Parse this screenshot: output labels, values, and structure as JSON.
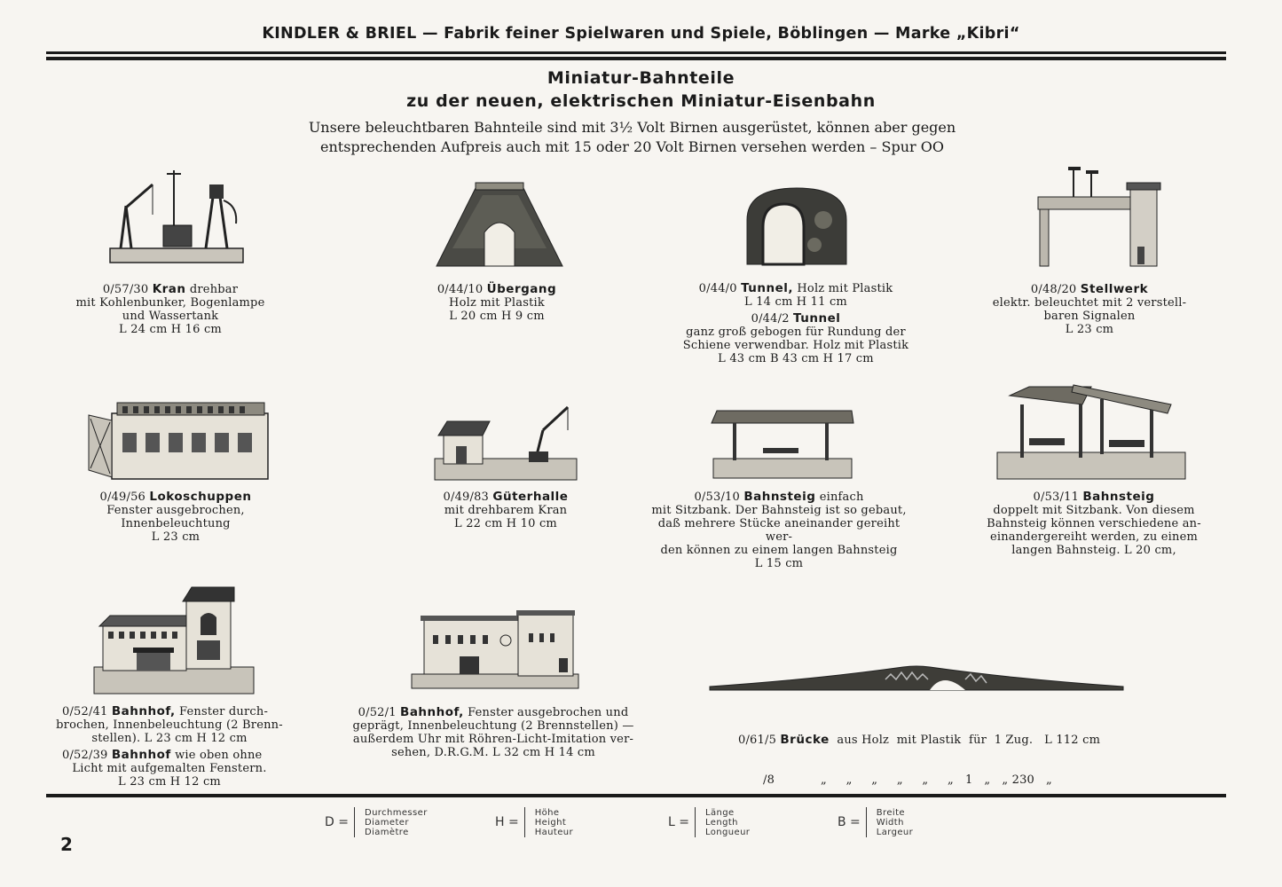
{
  "header": "KINDLER & BRIEL — Fabrik feiner Spielwaren und Spiele, Böblingen — Marke „Kibri“",
  "title_line1": "Miniatur-Bahnteile",
  "title_line2": "zu der neuen, elektrischen Miniatur-Eisenbahn",
  "intro_line1": "Unsere beleuchtbaren Bahnteile sind mit 3½ Volt Birnen ausgerüstet, können aber gegen",
  "intro_line2": "entsprechenden Aufpreis auch mit 15 oder 20 Volt Birnen versehen werden  –  Spur OO",
  "items": {
    "kran": {
      "code": "0/57/30",
      "name": "Kran",
      "after": " drehbar",
      "lines": [
        "mit Kohlenbunker, Bogenlampe",
        "und Wassertank",
        "L 24 cm   H 16 cm"
      ]
    },
    "uebergang": {
      "code": "0/44/10",
      "name": "Übergang",
      "lines": [
        "Holz mit Plastik",
        "L 20 cm   H 9 cm"
      ]
    },
    "tunnel": {
      "code": "0/44/0",
      "name": "Tunnel,",
      "after": " Holz mit Plastik",
      "lines": [
        "L 14 cm   H 11 cm"
      ],
      "code2": "0/44/2",
      "name2": "Tunnel",
      "lines2": [
        "ganz groß gebogen für Rundung der",
        "Schiene verwendbar. Holz mit Plastik",
        "L 43 cm   B 43 cm   H 17 cm"
      ]
    },
    "stellwerk": {
      "code": "0/48/20",
      "name": "Stellwerk",
      "lines": [
        "elektr. beleuchtet mit 2 verstell-",
        "baren Signalen",
        "L 23 cm"
      ]
    },
    "lokoschuppen": {
      "code": "0/49/56",
      "name": "Lokoschuppen",
      "lines": [
        "Fenster ausgebrochen,",
        "Innenbeleuchtung",
        "L 23 cm"
      ]
    },
    "gueterhalle": {
      "code": "0/49/83",
      "name": "Güterhalle",
      "lines": [
        "mit drehbarem Kran",
        "L 22 cm   H 10 cm"
      ]
    },
    "bahnsteig1": {
      "code": "0/53/10",
      "name": "Bahnsteig",
      "after": " einfach",
      "lines": [
        "mit Sitzbank. Der Bahnsteig ist so gebaut,",
        "daß mehrere Stücke aneinander gereiht wer-",
        "den können zu einem langen Bahnsteig",
        "L 15 cm"
      ]
    },
    "bahnsteig2": {
      "code": "0/53/11",
      "name": "Bahnsteig",
      "lines": [
        "doppelt mit Sitzbank. Von diesem",
        "Bahnsteig können verschiedene an-",
        "einandergereiht werden, zu einem",
        "langen Bahnsteig. L 20 cm,"
      ]
    },
    "bahnhof1": {
      "code": "0/52/41",
      "name": "Bahnhof,",
      "after": " Fenster durch-",
      "lines": [
        "brochen, Innenbeleuchtung (2 Brenn-",
        "stellen). L 23 cm  H 12 cm"
      ],
      "code2": "0/52/39",
      "name2": "Bahnhof",
      "after2": " wie oben ohne",
      "lines2": [
        "Licht mit aufgemalten Fenstern.",
        "L 23 cm   H 12 cm"
      ]
    },
    "bahnhof2": {
      "code": "0/52/1",
      "name": "Bahnhof,",
      "after": " Fenster ausgebrochen und",
      "lines": [
        "geprägt, Innenbeleuchtung (2 Brennstellen) —",
        "außerdem Uhr mit Röhren-Licht-Imitation ver-",
        "sehen, D.R.G.M. L 32 cm  H 14 cm"
      ]
    },
    "bruecke": {
      "code": "0/61/5",
      "name": "Brücke",
      "after": "  aus Holz  mit Plastik  für  1 Zug.   L 112 cm",
      "line2": "/8            „     „     „     „     „     „   1   „   „ 230   „"
    }
  },
  "legend": [
    {
      "key": "D =",
      "words": [
        "Durchmesser",
        "Diameter",
        "Diamètre"
      ]
    },
    {
      "key": "H =",
      "words": [
        "Höhe",
        "Height",
        "Hauteur"
      ]
    },
    {
      "key": "L =",
      "words": [
        "Länge",
        "Length",
        "Longueur"
      ]
    },
    {
      "key": "B =",
      "words": [
        "Breite",
        "Width",
        "Largeur"
      ]
    }
  ],
  "page_number": "2"
}
